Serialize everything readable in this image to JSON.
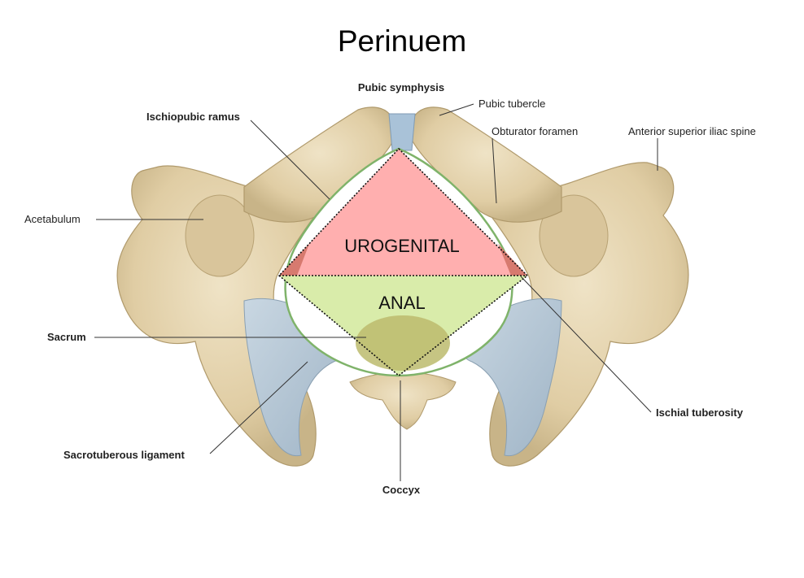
{
  "title": "Perinuem",
  "regions": {
    "urogenital": "UROGENITAL",
    "anal": "ANAL"
  },
  "labels": {
    "pubic_symphysis": "Pubic symphysis",
    "pubic_tubercle": "Pubic tubercle",
    "ischiopubic_ramus": "Ischiopubic ramus",
    "obturator_foramen": "Obturator foramen",
    "anterior_superior_iliac_spine": "Anterior superior iliac spine",
    "acetabulum": "Acetabulum",
    "sacrum": "Sacrum",
    "ischial_tuberosity": "Ischial tuberosity",
    "sacrotuberous_ligament": "Sacrotuberous ligament",
    "coccyx": "Coccyx"
  },
  "colors": {
    "bone": "#e3d2ad",
    "bone_shadow": "#c9b68c",
    "ligament": "#b7c9d8",
    "urogenital_fill": "#ffafaf",
    "anal_fill": "#d9ecaa",
    "outline_green": "#7fb36a",
    "sacrum_fill": "#b7b968"
  }
}
